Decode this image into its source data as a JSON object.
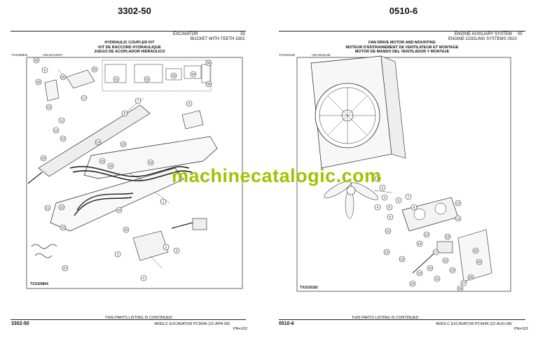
{
  "left": {
    "sheet_number": "3302-50",
    "header_category": "EXCAVATOR",
    "header_page": "33",
    "header_group": "BUCKET WITH TEETH 3302",
    "title_en": "HYDRAULIC COUPLER KIT",
    "title_fr": "KIT DE RACCORD HYDRAULIQUE",
    "title_es": "JUEGO DE ACOPLADOR HIDRAULICO",
    "ref_left": "TX1025804",
    "ref_right": "-UN-02AUG07",
    "figure_label": "TX1025804",
    "footer_number": "3302-50",
    "footer_continued": "THIS PARTS LISTING IS CONTINUED",
    "footer_model": "450DLC EXCAVATOR  PC9646  (22-APR-08)",
    "footer_code": "PN=102",
    "callouts": [
      "26",
      "6",
      "28",
      "29",
      "30",
      "31",
      "32",
      "33",
      "34",
      "35",
      "36",
      "17",
      "7",
      "8",
      "9",
      "10",
      "11",
      "12",
      "13",
      "14",
      "15",
      "16",
      "18",
      "19",
      "20",
      "21",
      "22",
      "23",
      "24",
      "25",
      "1",
      "2",
      "3",
      "4",
      "5",
      "27"
    ]
  },
  "right": {
    "sheet_number": "0510-6",
    "header_category": "ENGINE AUXILIARY SYSTEM",
    "header_page": "05",
    "header_group": "ENGINE COOLING SYSTEMS 0510",
    "title_en": "FAN DRIVE MOTOR AND MOUNTING",
    "title_fr": "MOTEUR D'ENTRAINEMENT DE VENTILATEUR ET MONTAGE",
    "title_es": "MOTOR DE MANDO DEL VENTILADOR Y MONTAJE",
    "ref_left": "TX1010182",
    "ref_right": "-UN-29JUL06",
    "figure_label": "TX1010182",
    "footer_number": "0510-6",
    "footer_continued": "THIS PARTS LISTING IS CONTINUED",
    "footer_model": "450DLC EXCAVATOR  PC9646  (22-AUG-08)",
    "footer_code": "PN=102",
    "callouts": [
      "1",
      "2",
      "3",
      "4",
      "5",
      "6",
      "7",
      "8",
      "9",
      "10",
      "11",
      "12",
      "13",
      "14",
      "15",
      "16",
      "17",
      "18",
      "19",
      "20",
      "21",
      "22",
      "23",
      "24",
      "25",
      "26",
      "27",
      "28",
      "29"
    ]
  },
  "watermark": "machinecatalogic.com"
}
